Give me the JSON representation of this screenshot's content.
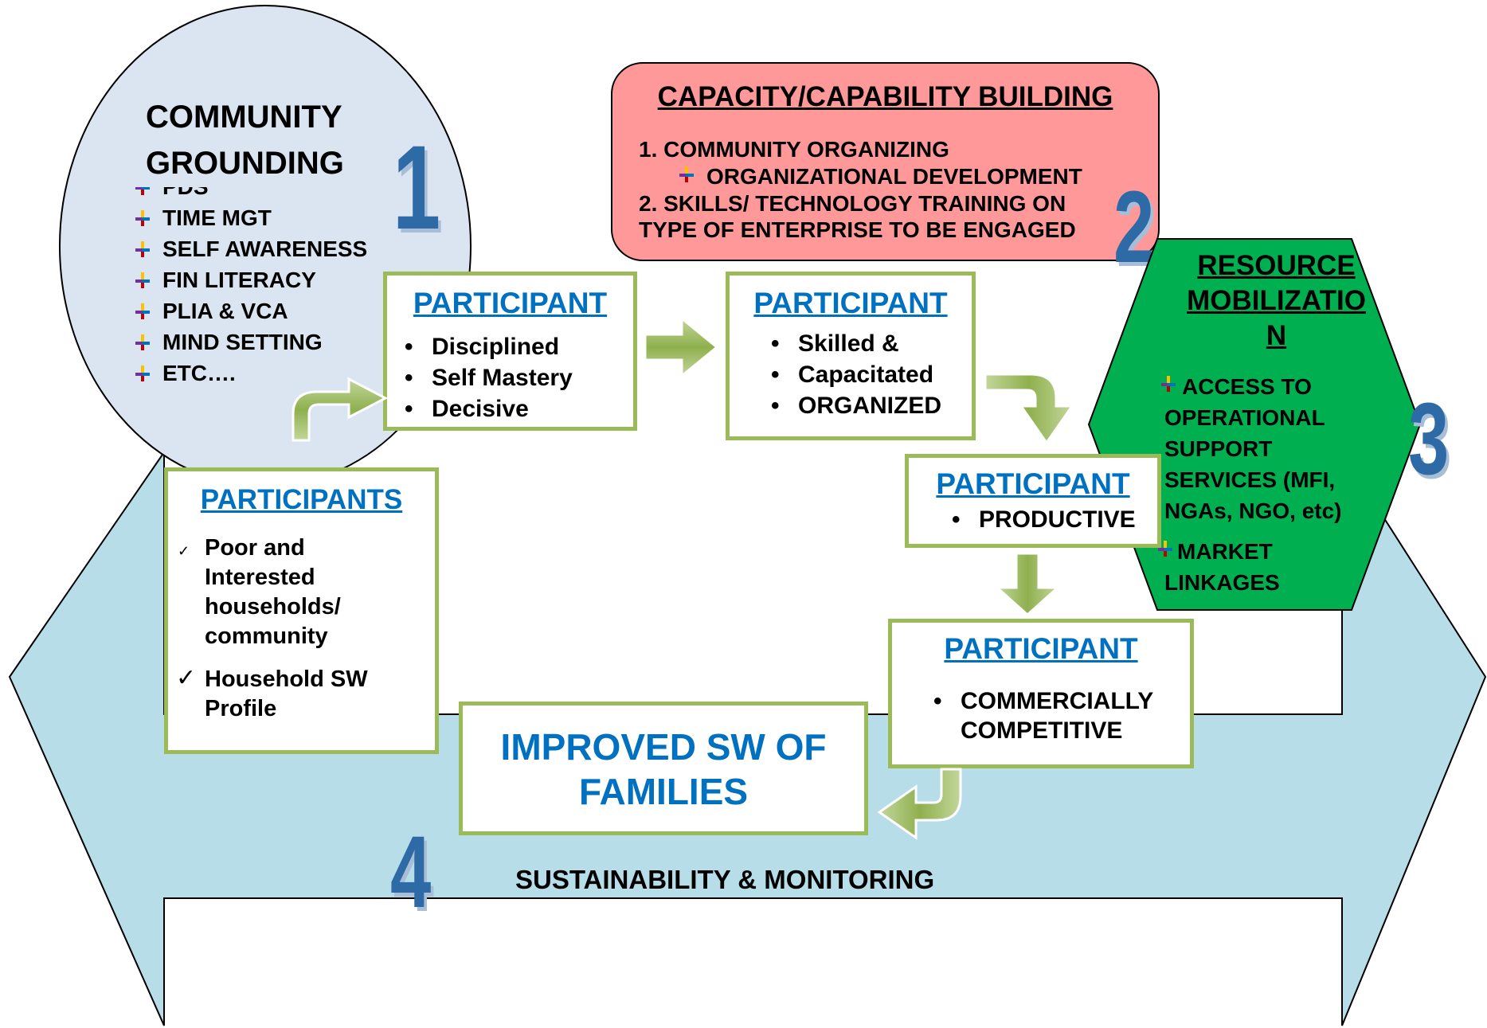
{
  "stage1": {
    "title_line1": "COMMUNITY",
    "title_line2": "GROUNDING",
    "number": "1",
    "items": [
      "PDS",
      "TIME MGT",
      "SELF AWARENESS",
      "FIN LITERACY",
      "PLIA & VCA",
      "MIND SETTING",
      "ETC…."
    ]
  },
  "stage2": {
    "title": "CAPACITY/CAPABILITY BUILDING",
    "line1": "1. COMMUNITY ORGANIZING",
    "sub1": "ORGANIZATIONAL DEVELOPMENT",
    "line2": "2. SKILLS/ TECHNOLOGY TRAINING ON",
    "line3": "TYPE OF ENTERPRISE TO BE ENGAGED",
    "number": "2"
  },
  "stage3": {
    "title_line1": "RESOURCE",
    "title_line2": "MOBILIZATIO",
    "title_line3": "N",
    "item1_lines": [
      "ACCESS TO",
      "OPERATIONAL",
      "SUPPORT",
      "SERVICES (MFI,",
      "NGAs, NGO, etc)"
    ],
    "item2_lines": [
      "MARKET",
      "LINKAGES"
    ],
    "number": "3"
  },
  "stage4": {
    "label": "SUSTAINABILITY & MONITORING",
    "number": "4"
  },
  "participants_box": {
    "title": "PARTICIPANTS",
    "item1_lines": [
      "Poor and",
      "Interested",
      "households/",
      "community"
    ],
    "item2_lines": [
      "Household SW",
      "Profile"
    ],
    "check": "✓"
  },
  "participant_boxes": [
    {
      "title": "PARTICIPANT",
      "items": [
        "Disciplined",
        "Self Mastery",
        "Decisive"
      ]
    },
    {
      "title": "PARTICIPANT",
      "items": [
        "Skilled &",
        "Capacitated",
        "ORGANIZED"
      ]
    },
    {
      "title": "PARTICIPANT",
      "items": [
        "PRODUCTIVE"
      ]
    },
    {
      "title": "PARTICIPANT",
      "items_lines": [
        "COMMERCIALLY",
        "COMPETITIVE"
      ]
    }
  ],
  "outcome": {
    "line1": "IMPROVED SW OF",
    "line2": "FAMILIES"
  },
  "colors": {
    "ellipse": "#dbe5f1",
    "capacity_box": "#ff9999",
    "hexagon": "#00b050",
    "big_arrow": "#b7dde8",
    "box_border": "#9bbb59",
    "header_blue": "#0070c0",
    "number_blue": "#2e6aa6"
  }
}
